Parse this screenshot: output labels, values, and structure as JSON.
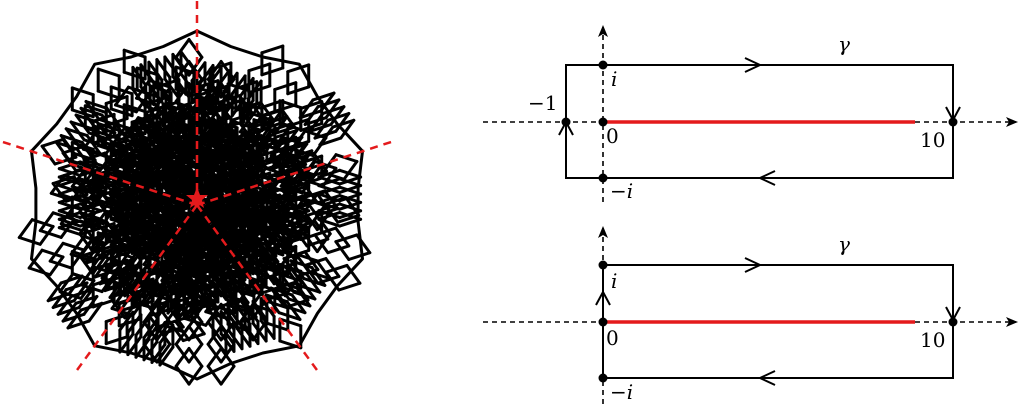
{
  "left_figure": {
    "kind": "rhombus-tiling",
    "symmetry": 5,
    "line_color": "#000000",
    "ray_color": "#e41a1c"
  },
  "contour_top": {
    "gamma": "γ",
    "labels": {
      "i": "i",
      "minus_i": "−i",
      "zero": "0",
      "ten": "10",
      "minus_one": "−1"
    },
    "cut_color": "#e41a1c"
  },
  "contour_bottom": {
    "gamma": "γ",
    "labels": {
      "i": "i",
      "minus_i": "−i",
      "zero": "0",
      "ten": "10"
    },
    "cut_color": "#e41a1c"
  }
}
